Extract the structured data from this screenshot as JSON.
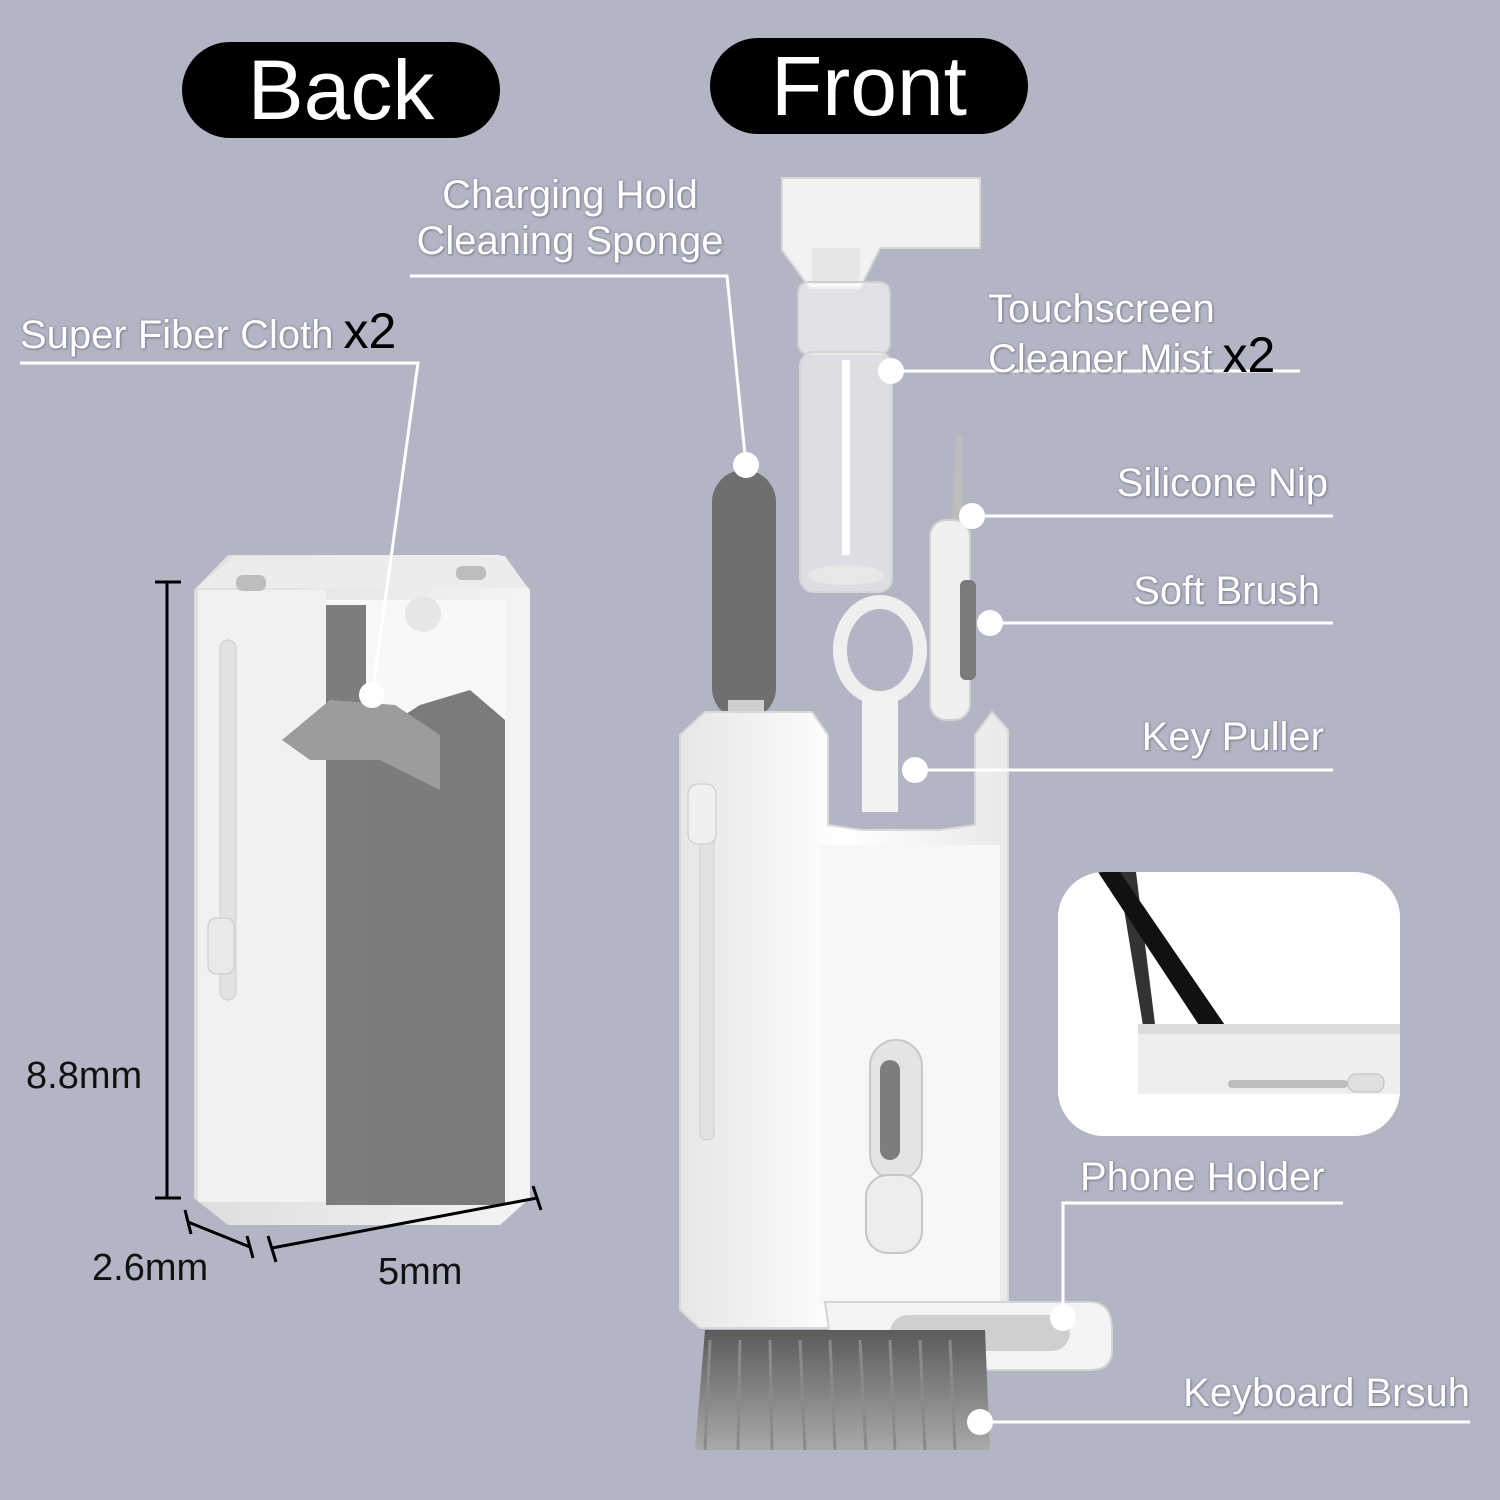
{
  "headings": {
    "back": "Back",
    "front": "Front"
  },
  "labels": {
    "charging_sponge_line1": "Charging Hold",
    "charging_sponge_line2": "Cleaning Sponge",
    "super_fiber_cloth": "Super Fiber Cloth",
    "super_fiber_cloth_qty": "x2",
    "touchscreen_line1": "Touchscreen",
    "touchscreen_line2": "Cleaner Mist",
    "touchscreen_qty": "x2",
    "silicone_nip": "Silicone Nip",
    "soft_brush": "Soft Brush",
    "key_puller": "Key Puller",
    "phone_holder": "Phone Holder",
    "keyboard_brush": "Keyboard Brsuh"
  },
  "dimensions": {
    "height": "8.8mm",
    "depth": "2.6mm",
    "width": "5mm"
  },
  "colors": {
    "background": "#b3b4c4",
    "pill": "#000000",
    "label_text": "#ffffff",
    "product_white": "#f5f5f5",
    "product_grey": "#7d7d7d"
  }
}
